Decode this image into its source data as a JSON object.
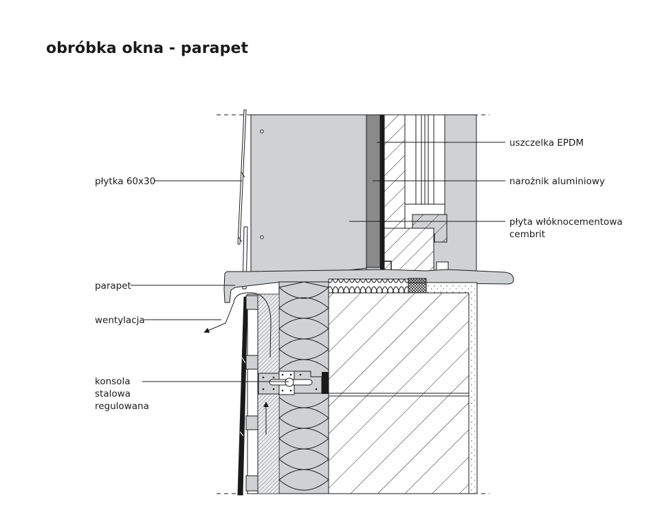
{
  "title": "obróbka okna - parapet",
  "labels": {
    "tile": "płytka 60x30",
    "sill": "parapet",
    "ventilation": "wentylacja",
    "bracket_line1": "konsola",
    "bracket_line2": "stalowa",
    "bracket_line3": "regulowana",
    "gasket": "uszczelka EPDM",
    "corner": "narożnik aluminiowy",
    "board_line1": "płyta włóknocementowa",
    "board_line2": "cembrit"
  }
}
